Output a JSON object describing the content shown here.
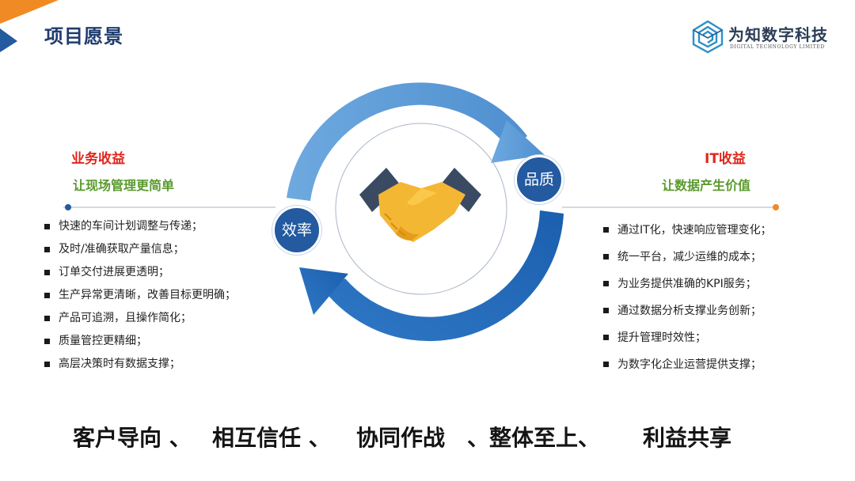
{
  "header": {
    "title": "项目愿景",
    "logo_cn": "为知数字科技",
    "logo_en": "DIGITAL TECHNOLOGY LIMITED"
  },
  "colors": {
    "accent_orange": "#f08a24",
    "accent_blue": "#235aa0",
    "heading_red": "#e0261c",
    "sub_green": "#5a9a2e"
  },
  "left": {
    "heading": "业务收益",
    "subheading": "让现场管理更简单",
    "items": [
      "快速的车间计划调整与传递；",
      "及时/准确获取产量信息；",
      "订单交付进展更透明；",
      "生产异常更清晰，改善目标更明确；",
      "产品可追溯，且操作简化；",
      "质量管控更精细；",
      "高层决策时有数据支撑；"
    ]
  },
  "right": {
    "heading": "IT收益",
    "subheading": "让数据产生价值",
    "items": [
      "通过IT化，快速响应管理变化；",
      "统一平台，减少运维的成本；",
      "为业务提供准确的KPI服务；",
      "通过数据分析支撑业务创新；",
      "提升管理时效性；",
      "为数字化企业运营提供支撑；"
    ]
  },
  "badges": {
    "efficiency": "效率",
    "quality": "品质"
  },
  "slogans": [
    "客户导向 、",
    "相互信任 、",
    "协同作战",
    "、整体至上、",
    "利益共享"
  ]
}
